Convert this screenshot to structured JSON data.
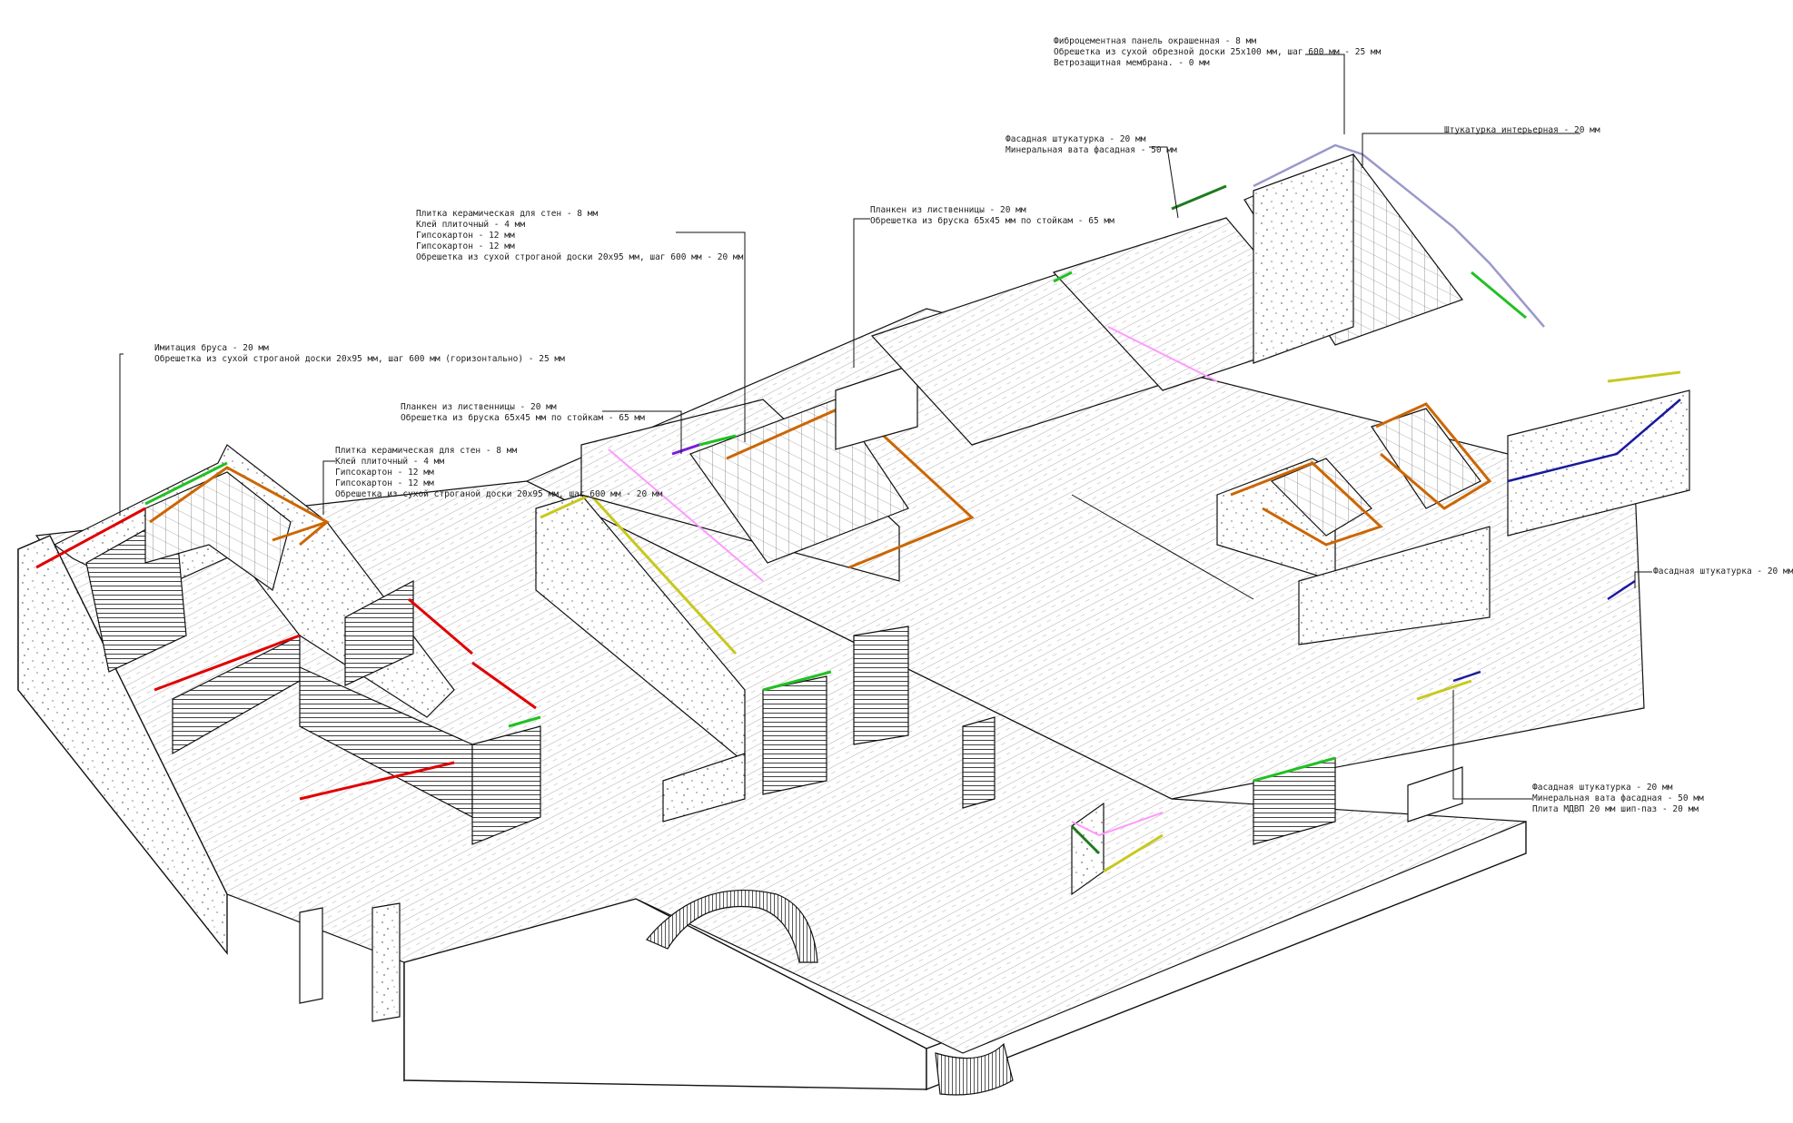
{
  "colors": {
    "outline": "#111111",
    "ceramic_tile": "#cc6600",
    "imitation_timber": "#e00000",
    "larch_planken": "#22c022",
    "facade_plaster": "#1e7a1e",
    "fiber_cement": "#c8c81e",
    "interior_plaster": "#ff99ff",
    "facade_plaster_blue": "#1a1aa0",
    "violet_trim": "#7a1ae0",
    "exterior_outline": "#9999cc"
  },
  "icons": [
    "plan-iso-diagram"
  ],
  "annotations": [
    {
      "id": "fibercement",
      "lines": [
        "Фиброцементная панель окрашенная - 8 мм",
        "Обрешетка из сухой обрезной доски 25х100 мм, шаг 600 мм - 25 мм",
        "Ветрозащитная мембрана. - 0 мм"
      ]
    },
    {
      "id": "interior_plaster",
      "lines": [
        "Штукатурка интерьерная - 20 мм"
      ]
    },
    {
      "id": "facade_plaster_wool",
      "lines": [
        "Фасадная штукатурка - 20 мм",
        "Минеральная вата фасадная - 50 мм"
      ]
    },
    {
      "id": "planken_upper",
      "lines": [
        "Планкен из лиственницы - 20 мм",
        "Обрешетка из бруска 65х45 мм по стойкам - 65 мм"
      ]
    },
    {
      "id": "tile_upper",
      "lines": [
        "Плитка керамическая для стен - 8 мм",
        "Клей плиточный - 4 мм",
        "Гипсокартон - 12 мм",
        "Гипсокартон - 12 мм",
        "Обрешетка из сухой строганой доски 20х95 мм, шаг 600 мм - 20 мм"
      ]
    },
    {
      "id": "imitation_timber",
      "lines": [
        "Имитация бруса - 20 мм",
        "Обрешетка из сухой строганой доски 20х95 мм, шаг 600 мм (горизонтально) - 25 мм"
      ]
    },
    {
      "id": "planken_lower",
      "lines": [
        "Планкен из лиственницы - 20 мм",
        "Обрешетка из бруска 65х45 мм по стойкам - 65 мм"
      ]
    },
    {
      "id": "tile_lower",
      "lines": [
        "Плитка керамическая для стен - 8 мм",
        "Клей плиточный - 4 мм",
        "Гипсокартон - 12 мм",
        "Гипсокартон - 12 мм",
        "Обрешетка из сухой строганой доски 20х95 мм, шаг 600 мм - 20 мм"
      ]
    },
    {
      "id": "facade_plaster_right",
      "lines": [
        "Фасадная штукатурка - 20 мм"
      ]
    },
    {
      "id": "facade_plaster_mdvp",
      "lines": [
        "Фасадная штукатурка - 20 мм",
        "Минеральная вата фасадная - 50 мм",
        "Плита МДВП 20 мм шип-паз - 20 мм"
      ]
    }
  ]
}
